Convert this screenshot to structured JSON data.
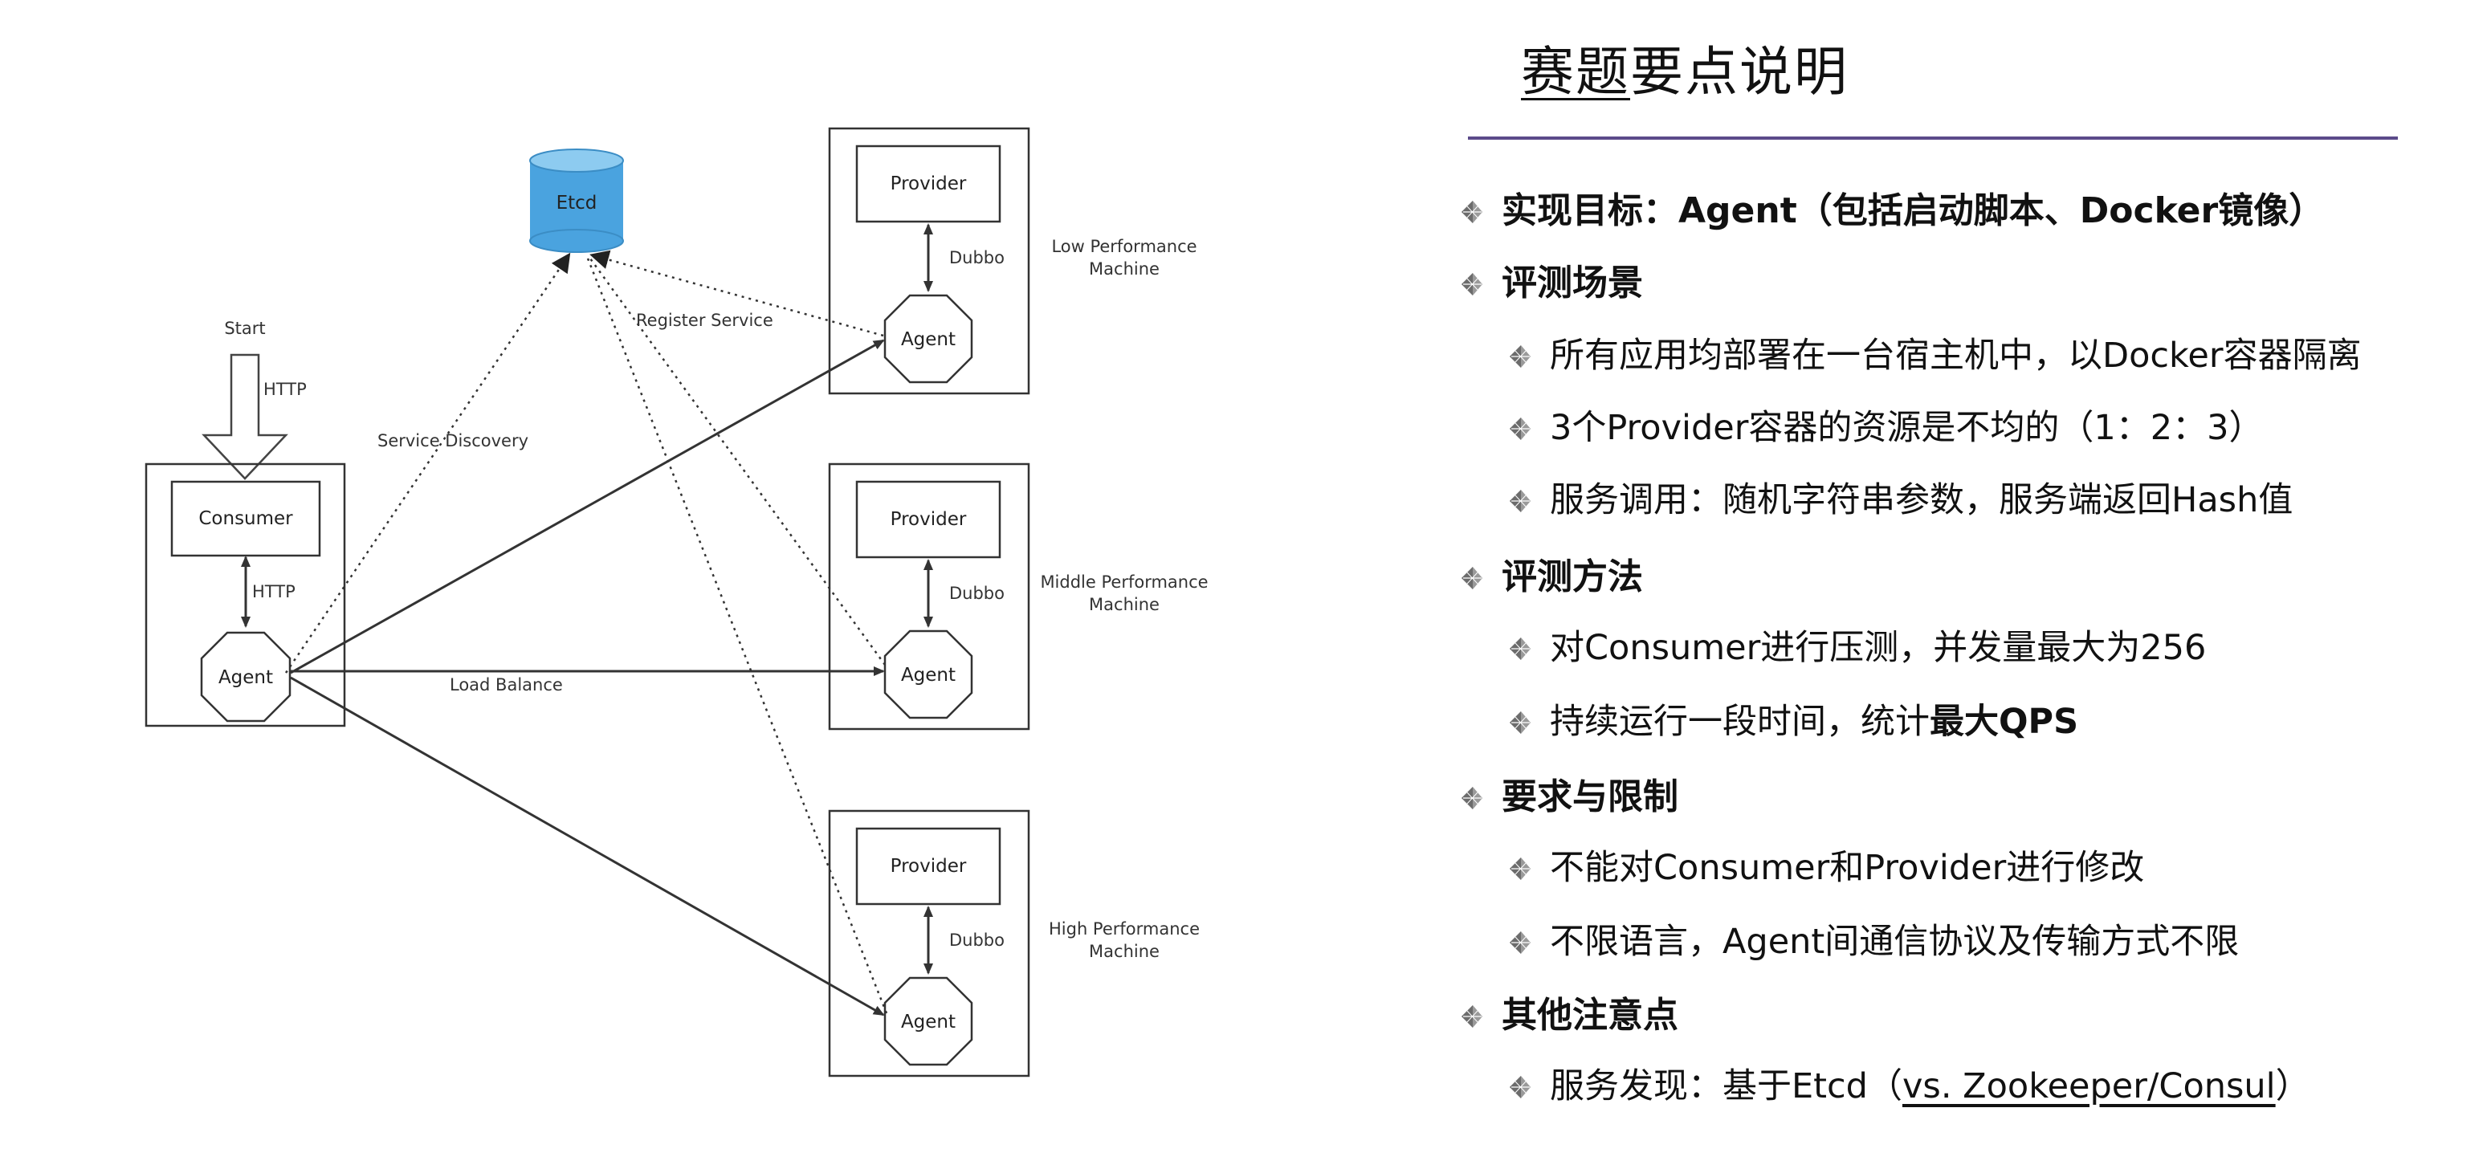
{
  "slide": {
    "title_part1": "赛题",
    "title_part2": "要点说明",
    "items": [
      {
        "level": 1,
        "text": "实现目标：Agent（包括启动脚本、Docker镜像）"
      },
      {
        "level": 1,
        "text": "评测场景"
      },
      {
        "level": 2,
        "text": "所有应用均部署在一台宿主机中，以Docker容器隔离"
      },
      {
        "level": 2,
        "text": "3个Provider容器的资源是不均的（1：2：3）"
      },
      {
        "level": 2,
        "text": "服务调用：随机字符串参数，服务端返回Hash值"
      },
      {
        "level": 1,
        "text": "评测方法"
      },
      {
        "level": 2,
        "text": "对Consumer进行压测，并发量最大为256"
      },
      {
        "level": 2,
        "text_a": "持续运行一段时间，统计",
        "text_b": "最大QPS"
      },
      {
        "level": 1,
        "text": "要求与限制"
      },
      {
        "level": 2,
        "text": "不能对Consumer和Provider进行修改"
      },
      {
        "level": 2,
        "text": "不限语言，Agent间通信协议及传输方式不限"
      },
      {
        "level": 1,
        "text": "其他注意点"
      },
      {
        "level": 2,
        "text_a": "服务发现：基于Etcd（",
        "text_b": "vs. Zookeeper/Consul",
        "text_c": "）"
      }
    ]
  },
  "diagram": {
    "etcd": "Etcd",
    "start": "Start",
    "http_top": "HTTP",
    "http_inner": "HTTP",
    "consumer": "Consumer",
    "consumer_agent": "Agent",
    "service_discovery": "Service Discovery",
    "register_service": "Register Service",
    "load_balance": "Load Balance",
    "machines": [
      {
        "provider": "Provider",
        "dubbo": "Dubbo",
        "agent": "Agent",
        "label_line1": "Low Performance",
        "label_line2": "Machine"
      },
      {
        "provider": "Provider",
        "dubbo": "Dubbo",
        "agent": "Agent",
        "label_line1": "Middle Performance",
        "label_line2": "Machine"
      },
      {
        "provider": "Provider",
        "dubbo": "Dubbo",
        "agent": "Agent",
        "label_line1": "High Performance",
        "label_line2": "Machine"
      }
    ]
  }
}
